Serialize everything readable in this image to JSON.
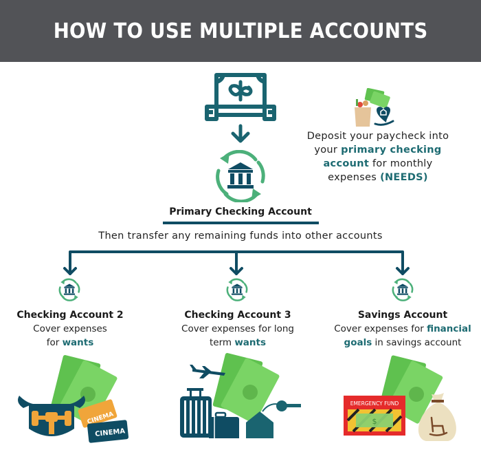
{
  "header": {
    "title": "HOW TO USE MULTIPLE ACCOUNTS",
    "background": "#525357"
  },
  "colors": {
    "dark_teal": "#0f4c63",
    "accent_teal": "#1d6b72",
    "green": "#4cb07a",
    "money_green": "#6dc85a"
  },
  "top": {
    "paycheck_icon": "dollar-bill-icon",
    "arrow_icon": "arrow-down-icon",
    "bank_icon": "bank-transfer-icon",
    "primary_label": "Primary Checking Account"
  },
  "deposit": {
    "icons": [
      "grocery-bag-icon",
      "money-icon",
      "heart-hand-icon"
    ],
    "line1": "Deposit your paycheck into",
    "line2_pre": "your ",
    "line2_bold": "primary checking",
    "line3_bold": "account",
    "line3_post": " for monthly",
    "line4_pre": "expenses ",
    "line4_bold": "(NEEDS)"
  },
  "transfer": {
    "text": "Then transfer any remaining funds into other accounts"
  },
  "accounts": [
    {
      "title": "Checking Account 2",
      "desc_line1": "Cover expenses",
      "desc_line2_pre": "for ",
      "desc_line2_bold": "wants",
      "illustration": [
        "money-icon",
        "gym-badge-icon",
        "cinema-ticket-icon"
      ],
      "ticket_label": "CINEMA"
    },
    {
      "title": "Checking Account 3",
      "desc_line1": "Cover expenses for long",
      "desc_line2_pre": "term ",
      "desc_line2_bold": "wants",
      "illustration": [
        "money-icon",
        "airplane-icon",
        "suitcase-icon",
        "briefcase-icon",
        "house-key-icon"
      ]
    },
    {
      "title": "Savings Account",
      "desc_line1_pre": "Cover expenses for ",
      "desc_line1_bold": "financial",
      "desc_line2_bold": "goals",
      "desc_line2_post": " in savings account",
      "illustration": [
        "money-icon",
        "emergency-fund-box-icon",
        "money-bag-icon"
      ],
      "emergency_label": "EMERGENCY FUND"
    }
  ]
}
